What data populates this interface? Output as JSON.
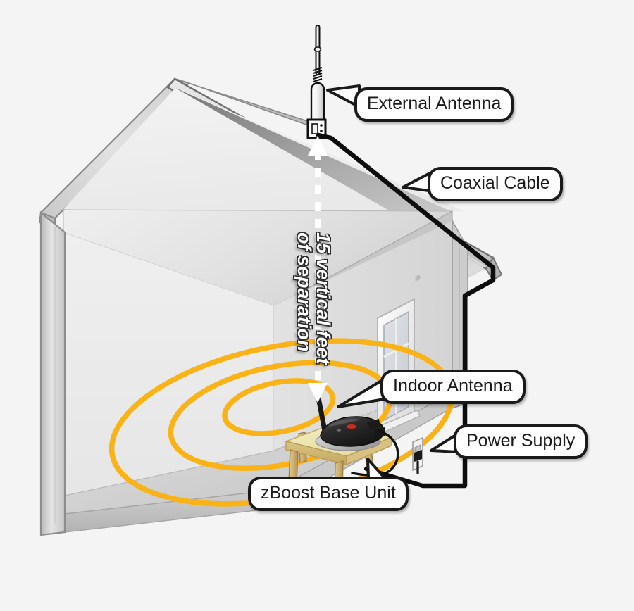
{
  "diagram": {
    "title": "zBoost cellular signal booster home installation diagram",
    "background_color": "#f4f4f4",
    "accent_color": "#fab316",
    "outline_color": "#1a1a1a"
  },
  "callouts": [
    {
      "id": "external-antenna",
      "label": "External Antenna"
    },
    {
      "id": "coaxial-cable",
      "label": "Coaxial Cable"
    },
    {
      "id": "indoor-antenna",
      "label": "Indoor Antenna"
    },
    {
      "id": "power-supply",
      "label": "Power Supply"
    },
    {
      "id": "zboost-base-unit",
      "label": "zBoost Base Unit"
    }
  ],
  "separation_note": {
    "line1": "15 vertical feet",
    "line2": "of separation"
  },
  "components": {
    "house": "cutaway-house",
    "roof": "gable-roof",
    "attic_floor": "ceiling-slab",
    "floor": "floor-slab",
    "window": "six-pane-window",
    "table": "wooden-table",
    "router": "black-base-unit-with-antenna",
    "outlet": "wall-power-outlet",
    "signal_rings": 3
  }
}
